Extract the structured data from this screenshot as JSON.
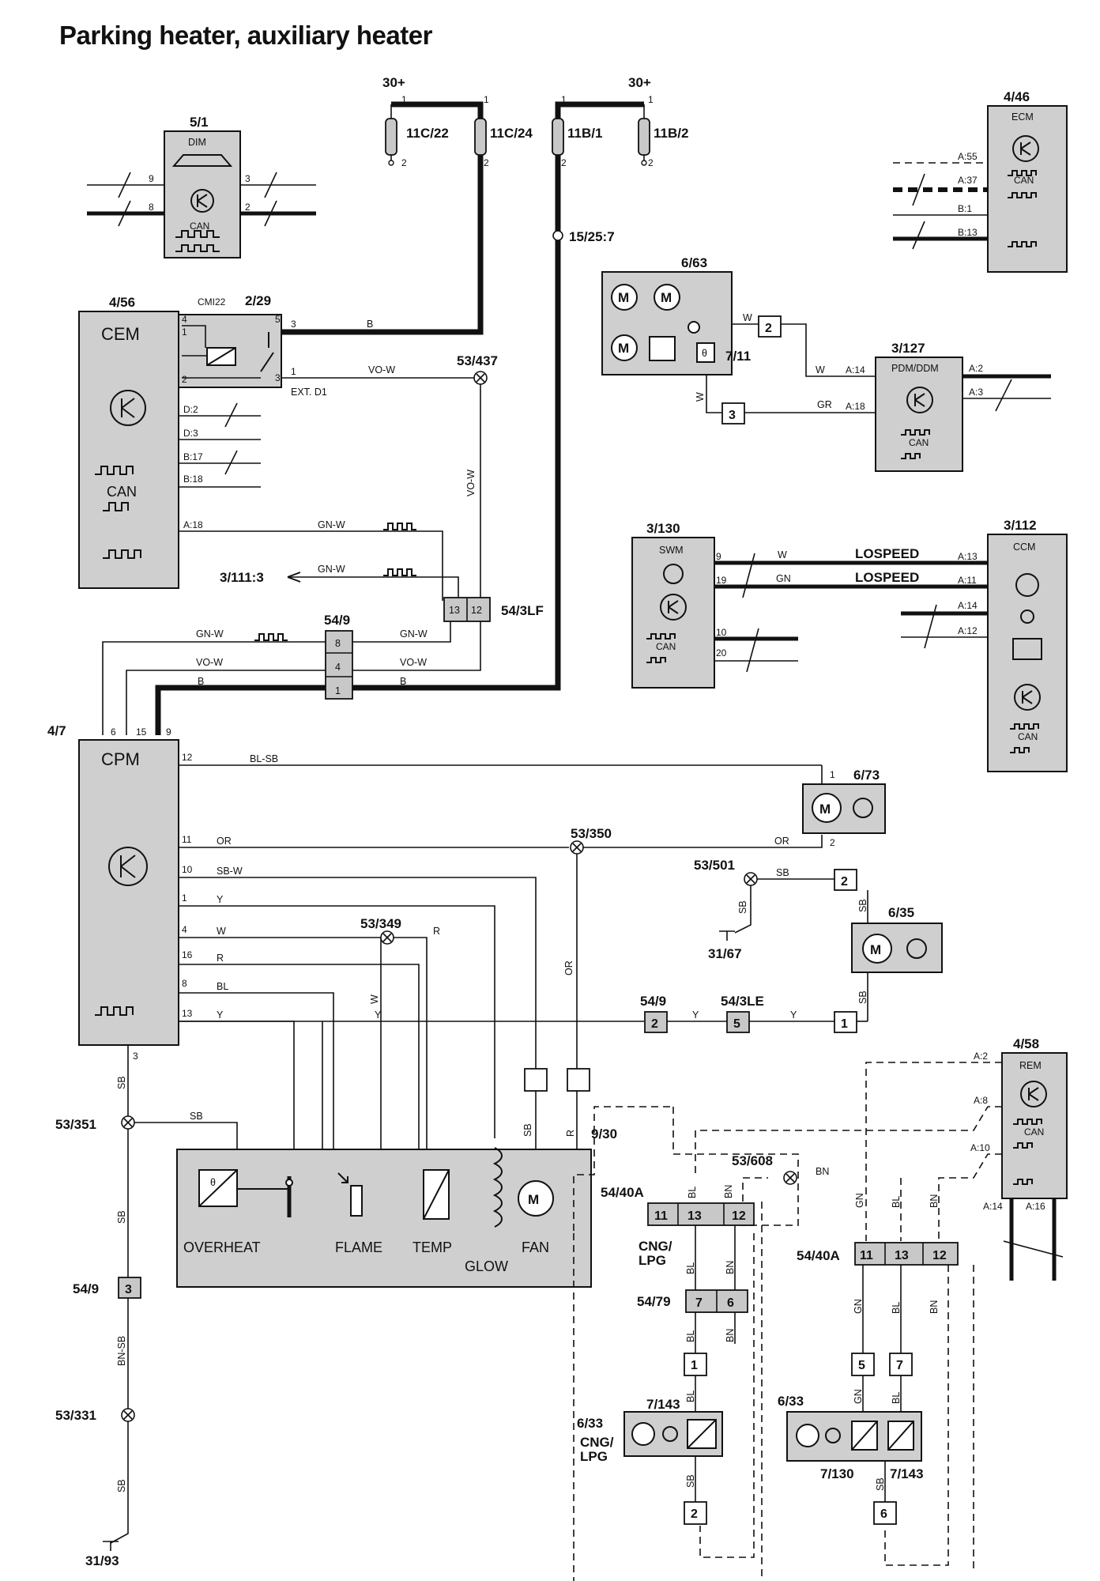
{
  "title": "Parking heater, auxiliary heater",
  "supply": {
    "label_a": "30+",
    "label_b": "30+"
  },
  "fuses": [
    "11C/22",
    "11C/24",
    "11B/1",
    "11B/2"
  ],
  "splices": [
    "15/25:7",
    "53/437",
    "53/350",
    "53/501",
    "53/349",
    "53/351",
    "53/331",
    "53/608"
  ],
  "components": {
    "dim": {
      "ref": "5/1",
      "name": "DIM",
      "can": "CAN"
    },
    "ecm": {
      "ref": "4/46",
      "name": "ECM",
      "can": "CAN",
      "pins": [
        "A:55",
        "A:37",
        "B:1",
        "B:13"
      ]
    },
    "cem": {
      "ref": "4/56",
      "name": "CEM",
      "can": "CAN",
      "pins": [
        "D:2",
        "D:3",
        "B:17",
        "B:18",
        "A:18"
      ]
    },
    "relay": {
      "ref": "2/29",
      "name": "CMI22",
      "ext": "EXT. D1"
    },
    "seat": {
      "ref": "6/63",
      "sub": "7/11"
    },
    "pdm": {
      "ref": "3/127",
      "name": "PDM/DDM",
      "can": "CAN",
      "pins": [
        "A:14",
        "A:18",
        "A:2",
        "A:3"
      ]
    },
    "swm": {
      "ref": "3/130",
      "name": "SWM",
      "can": "CAN"
    },
    "ccm": {
      "ref": "3/112",
      "name": "CCM",
      "can": "CAN",
      "pins": [
        "A:13",
        "A:11",
        "A:14",
        "A:12"
      ],
      "lospeed": "LOSPEED"
    },
    "cpm": {
      "ref": "4/7",
      "name": "CPM"
    },
    "pump1": {
      "ref": "6/73"
    },
    "pump2": {
      "ref": "6/35"
    },
    "rem": {
      "ref": "4/58",
      "name": "REM",
      "can": "CAN",
      "pins": [
        "A:2",
        "A:8",
        "A:10",
        "A:14",
        "A:16"
      ]
    },
    "heater": {
      "ref": "9/30",
      "parts": [
        "OVERHEAT",
        "FLAME",
        "TEMP",
        "GLOW",
        "FAN"
      ]
    },
    "valve1": {
      "ref": "6/33",
      "sub": "7/143",
      "note": "CNG/\nLPG"
    },
    "valve2": {
      "ref": "6/33",
      "subs": [
        "7/130",
        "7/143"
      ]
    }
  },
  "connectors": [
    "54/3LF",
    "54/9",
    "54/3LE",
    "54/40A",
    "54/79"
  ],
  "grounds": [
    "31/67",
    "31/93"
  ],
  "ext_ref": "3/111:3",
  "cng_lpg": "CNG/\nLPG",
  "wire_colors": [
    "B",
    "VO-W",
    "GN-W",
    "BL-SB",
    "OR",
    "SB-W",
    "Y",
    "W",
    "R",
    "BL",
    "SB",
    "BN-SB",
    "BN",
    "GN",
    "GR"
  ]
}
